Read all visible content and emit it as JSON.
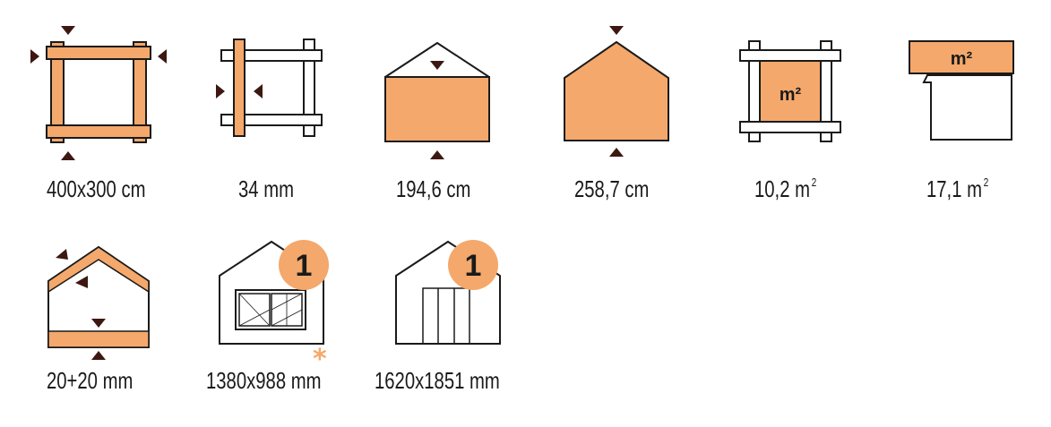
{
  "colors": {
    "accent": "#f4a86b",
    "arrow": "#3d1812",
    "line": "#1a1a1a",
    "background": "#ffffff"
  },
  "specs": [
    {
      "id": "footprint",
      "icon": "log-frame-footprint-icon",
      "label": "400x300 cm"
    },
    {
      "id": "wall-thickness",
      "icon": "log-wall-thickness-icon",
      "label": "34 mm"
    },
    {
      "id": "wall-height",
      "icon": "wall-height-icon",
      "label": "194,6 cm"
    },
    {
      "id": "ridge-height",
      "icon": "ridge-height-icon",
      "label": "258,7 cm"
    },
    {
      "id": "interior-area",
      "icon": "interior-area-icon",
      "label": "10,2 m",
      "superscript": "2",
      "icon_text": "m²"
    },
    {
      "id": "roof-area",
      "icon": "roof-area-icon",
      "label": "17,1 m",
      "superscript": "2",
      "icon_text": "m²"
    },
    {
      "id": "roof-floor-thickness",
      "icon": "roof-floor-thickness-icon",
      "label": "20+20 mm"
    },
    {
      "id": "window",
      "icon": "window-icon",
      "label": "1380x988 mm",
      "badge": "1",
      "note_mark": "*"
    },
    {
      "id": "door",
      "icon": "door-icon",
      "label": "1620x1851 mm",
      "badge": "1"
    }
  ]
}
